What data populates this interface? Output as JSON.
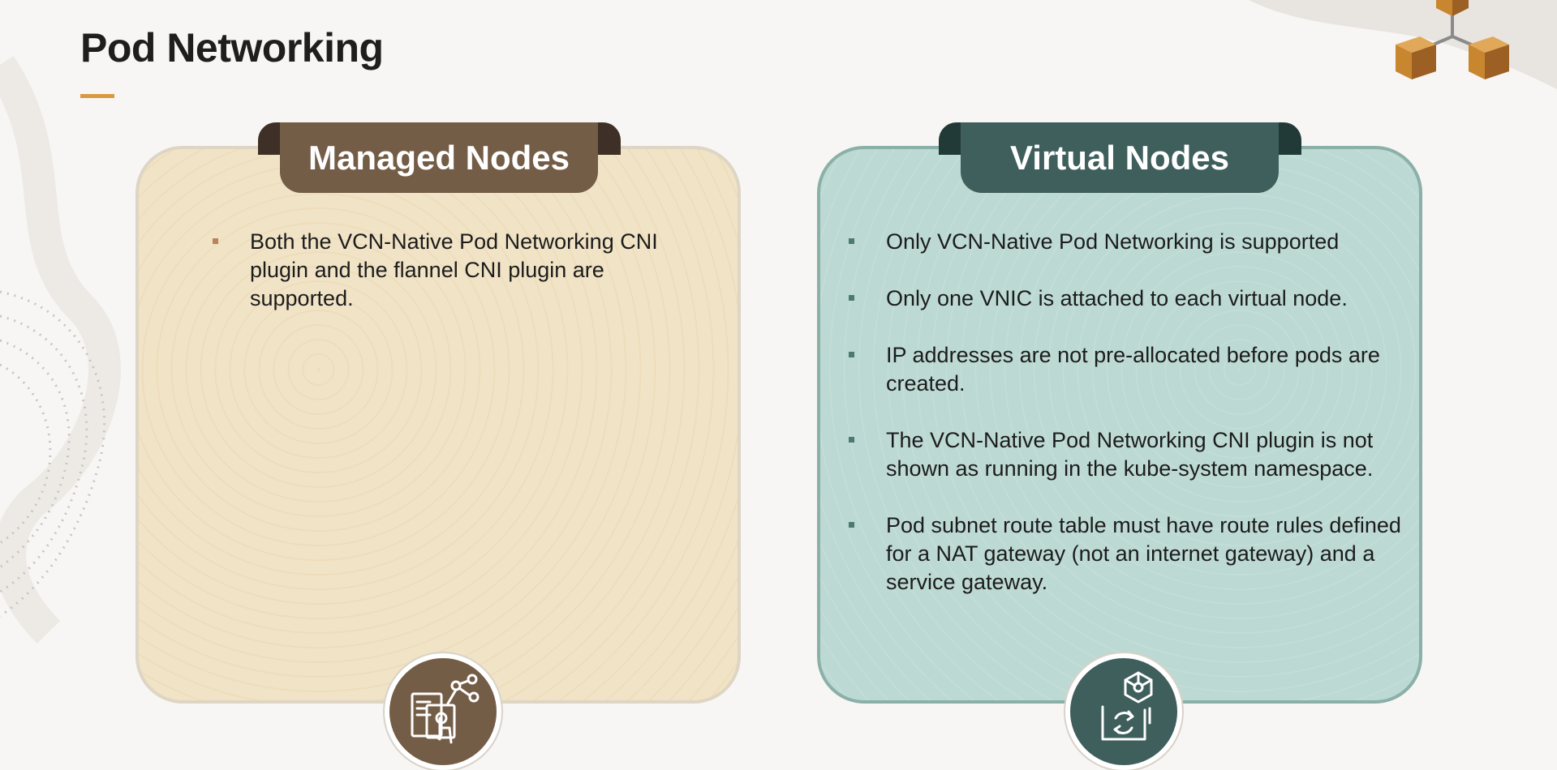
{
  "slide": {
    "title": "Pod Networking"
  },
  "cards": {
    "managed": {
      "title": "Managed Nodes",
      "bullets": [
        "Both the VCN-Native Pod Networking CNI plugin and the flannel CNI plugin are supported."
      ],
      "icon": "touchscreen-network-icon",
      "color": "#745d47"
    },
    "virtual": {
      "title": "Virtual Nodes",
      "bullets": [
        "Only VCN-Native Pod Networking is supported",
        "Only one VNIC is attached to each virtual node.",
        " IP addresses are not pre-allocated before pods are created.",
        " The VCN-Native Pod Networking CNI plugin is not shown as running in the kube-system namespace.",
        " Pod subnet route table must have route rules defined for a NAT gateway (not an internet gateway) and a service gateway."
      ],
      "icon": "virtual-node-sync-icon",
      "color": "#3f5f5c"
    }
  },
  "colors": {
    "accent": "#d99a3f",
    "managed_bg": "#f1e3c5",
    "virtual_bg": "#bcd9d3"
  }
}
